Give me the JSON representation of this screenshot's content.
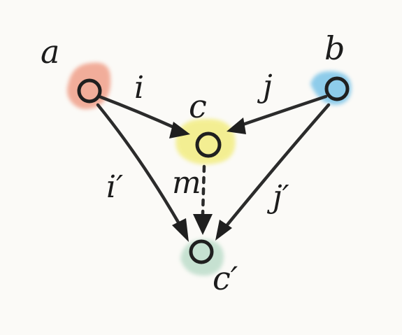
{
  "diagram": {
    "nodes": [
      {
        "id": "a",
        "label": "a",
        "color": "#f0a08a"
      },
      {
        "id": "b",
        "label": "b",
        "color": "#7cc4e8"
      },
      {
        "id": "c",
        "label": "c",
        "color": "#f2ec7a"
      },
      {
        "id": "c_prime",
        "label": "c′",
        "color": "#b9dbc8"
      }
    ],
    "edges": [
      {
        "id": "i",
        "from": "a",
        "to": "c",
        "label": "i"
      },
      {
        "id": "j",
        "from": "b",
        "to": "c",
        "label": "j"
      },
      {
        "id": "i_prime",
        "from": "a",
        "to": "c_prime",
        "label": "i′"
      },
      {
        "id": "j_prime",
        "from": "b",
        "to": "c_prime",
        "label": "j′"
      },
      {
        "id": "m",
        "from": "c",
        "to": "c_prime",
        "label": "m",
        "style": "dotted"
      }
    ]
  }
}
